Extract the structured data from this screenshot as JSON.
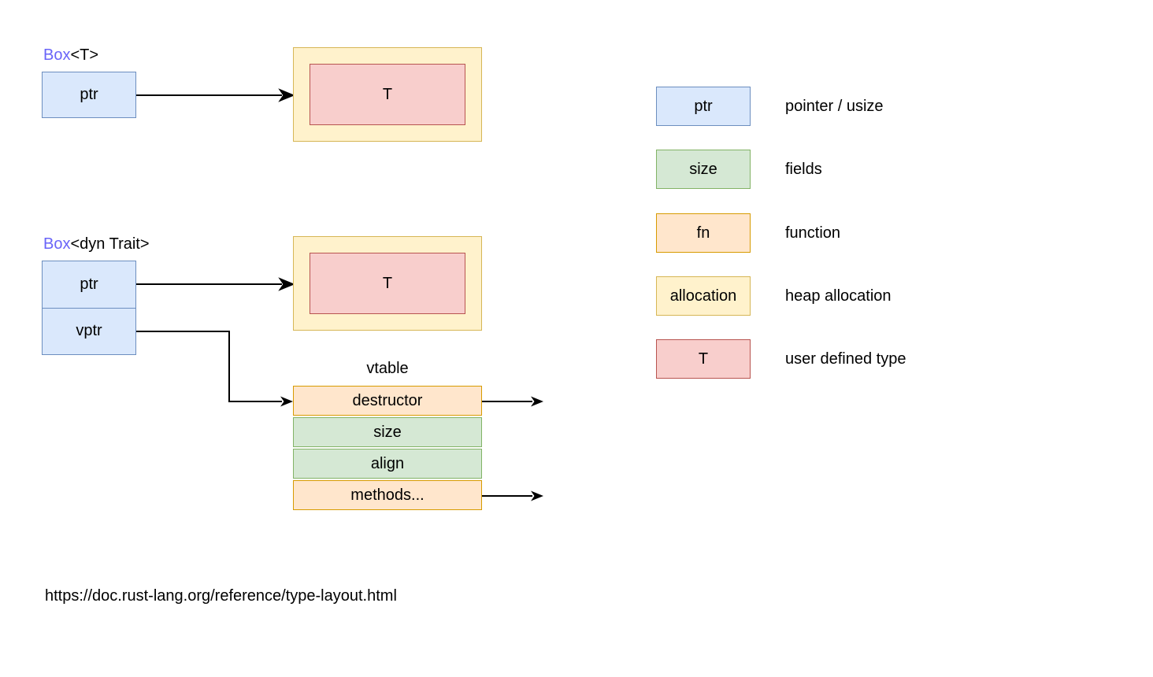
{
  "colors": {
    "pointer_fill": "#dae8fc",
    "pointer_stroke": "#6c8ebf",
    "fields_fill": "#d5e8d4",
    "fields_stroke": "#82b366",
    "function_fill": "#ffe6cc",
    "function_stroke": "#d79b00",
    "allocation_fill": "#fff2cc",
    "allocation_stroke": "#d6b656",
    "type_fill": "#f8cecc",
    "type_stroke": "#b85450",
    "box_keyword_text": "#6964f8",
    "connector": "#000000",
    "background": "#ffffff"
  },
  "box_t": {
    "title_prefix": "Box",
    "title_suffix": "<T>",
    "cells": [
      {
        "label": "ptr"
      }
    ],
    "allocation_label": "T"
  },
  "box_dyn": {
    "title_prefix": "Box",
    "title_suffix": "<dyn Trait>",
    "cells": [
      {
        "label": "ptr"
      },
      {
        "label": "vptr"
      }
    ],
    "allocation_label": "T"
  },
  "vtable": {
    "title": "vtable",
    "rows": [
      {
        "label": "destructor",
        "kind": "function",
        "has_pointer_out": true
      },
      {
        "label": "size",
        "kind": "fields",
        "has_pointer_out": false
      },
      {
        "label": "align",
        "kind": "fields",
        "has_pointer_out": false
      },
      {
        "label": "methods...",
        "kind": "function",
        "has_pointer_out": true
      }
    ]
  },
  "legend": {
    "items": [
      {
        "swatch": "ptr",
        "kind": "pointer",
        "description": "pointer / usize"
      },
      {
        "swatch": "size",
        "kind": "fields",
        "description": "fields"
      },
      {
        "swatch": "fn",
        "kind": "function",
        "description": "function"
      },
      {
        "swatch": "allocation",
        "kind": "allocation",
        "description": "heap allocation"
      },
      {
        "swatch": "T",
        "kind": "type",
        "description": "user defined type"
      }
    ]
  },
  "footer": {
    "source_url": "https://doc.rust-lang.org/reference/type-layout.html"
  }
}
